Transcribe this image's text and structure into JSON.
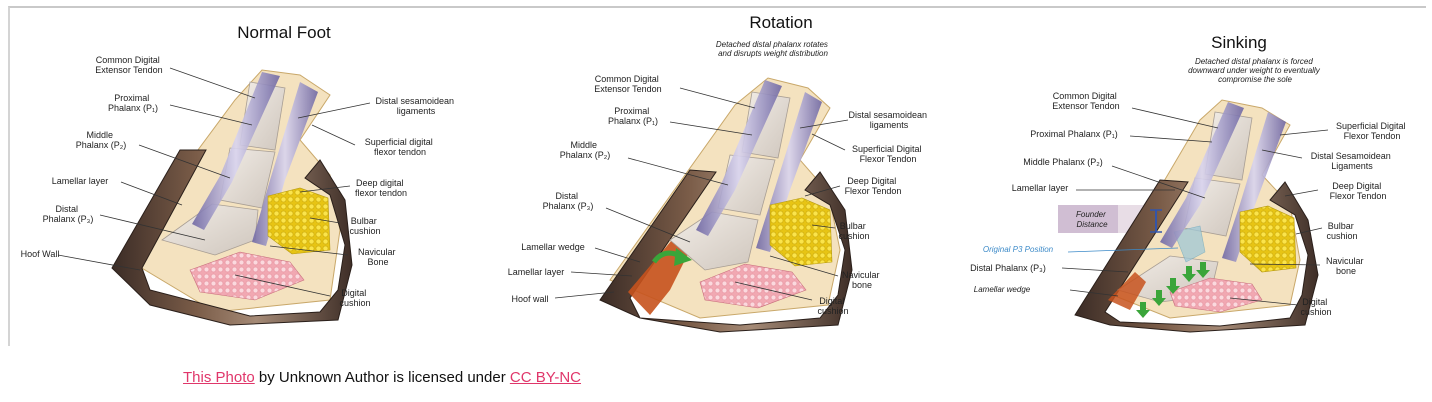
{
  "panels": [
    {
      "title": "Normal Foot",
      "subtitle": [],
      "labels": {
        "common_digital": [
          "Common Digital",
          "Extensor Tendon"
        ],
        "proximal": [
          "Proximal",
          "Phalanx  (P₁)"
        ],
        "middle": [
          "Middle",
          "Phalanx (P₂)"
        ],
        "lamellar_layer": [
          "Lamellar layer"
        ],
        "distal": [
          "Distal",
          "Phalanx (P₃)"
        ],
        "hoof_wall": [
          "Hoof Wall"
        ],
        "distal_sesamoidean": [
          "Distal sesamoidean",
          "ligaments"
        ],
        "superficial": [
          "Superficial digital",
          "flexor tendon"
        ],
        "deep": [
          "Deep digital",
          "flexor tendon"
        ],
        "bulbar": [
          "Bulbar",
          "cushion"
        ],
        "navicular": [
          "Navicular",
          "Bone"
        ],
        "digital_cushion": [
          "Digital",
          "cushion"
        ]
      }
    },
    {
      "title": "Rotation",
      "subtitle": [
        "Detached distal phalanx rotates",
        "and disrupts weight distribution"
      ],
      "labels": {
        "common_digital": [
          "Common Digital",
          "Extensor Tendon"
        ],
        "proximal": [
          "Proximal",
          "Phalanx  (P₁)"
        ],
        "middle": [
          "Middle",
          "Phalanx (P₂)"
        ],
        "distal": [
          "Distal",
          "Phalanx (P₃)"
        ],
        "lamellar_wedge": [
          "Lamellar wedge"
        ],
        "lamellar_layer": [
          "Lamellar layer"
        ],
        "hoof_wall": [
          "Hoof wall"
        ],
        "distal_sesamoidean": [
          "Distal sesamoidean",
          "ligaments"
        ],
        "superficial": [
          "Superficial Digital",
          "Flexor Tendon"
        ],
        "deep": [
          "Deep Digital",
          "Flexor Tendon"
        ],
        "bulbar": [
          "Bulbar",
          "cushion"
        ],
        "navicular": [
          "Navicular",
          "bone"
        ],
        "digital_cushion": [
          "Digital",
          "cushion"
        ]
      }
    },
    {
      "title": "Sinking",
      "subtitle": [
        "Detached distal phalanx is forced",
        "downward under weight to eventually",
        "compromise the sole"
      ],
      "labels": {
        "common_digital": [
          "Common Digital",
          "Extensor Tendon"
        ],
        "proximal": [
          "Proximal Phalanx (P₁)"
        ],
        "middle": [
          "Middle Phalanx (P₂)"
        ],
        "lamellar_layer": [
          "Lamellar layer"
        ],
        "founder_distance": [
          "Founder",
          "Distance"
        ],
        "original_p3": [
          "Original P3 Position"
        ],
        "distal": [
          "Distal Phalanx (P₃)"
        ],
        "lamellar_wedge": [
          "Lamellar wedge"
        ],
        "superficial": [
          "Superficial Digital",
          "Flexor Tendon"
        ],
        "distal_sesamoidean": [
          "Distal Sesamoidean",
          "Ligaments"
        ],
        "deep": [
          "Deep Digital",
          "Flexor Tendon"
        ],
        "bulbar": [
          "Bulbar",
          "cushion"
        ],
        "navicular": [
          "Navicular",
          "bone"
        ],
        "digital_cushion": [
          "Digital",
          "cushion"
        ]
      }
    }
  ],
  "colors": {
    "hoof_dark": "#4a3a32",
    "hoof_brown": "#8b6a4f",
    "bone": "#e9e2da",
    "tendon": "#8a82b5",
    "tendon_light": "#c9c3e2",
    "bulbar_yellow": "#f2d21a",
    "cushion_pink": "#f3b8c0",
    "lamellar_wedge": "#c7521d",
    "arrow_green": "#3aa53a",
    "link_pink": "#e0366a"
  },
  "credit": {
    "link_text": "This Photo",
    "middle_text": " by Unknown Author is licensed under ",
    "license_text": "CC BY-NC"
  }
}
